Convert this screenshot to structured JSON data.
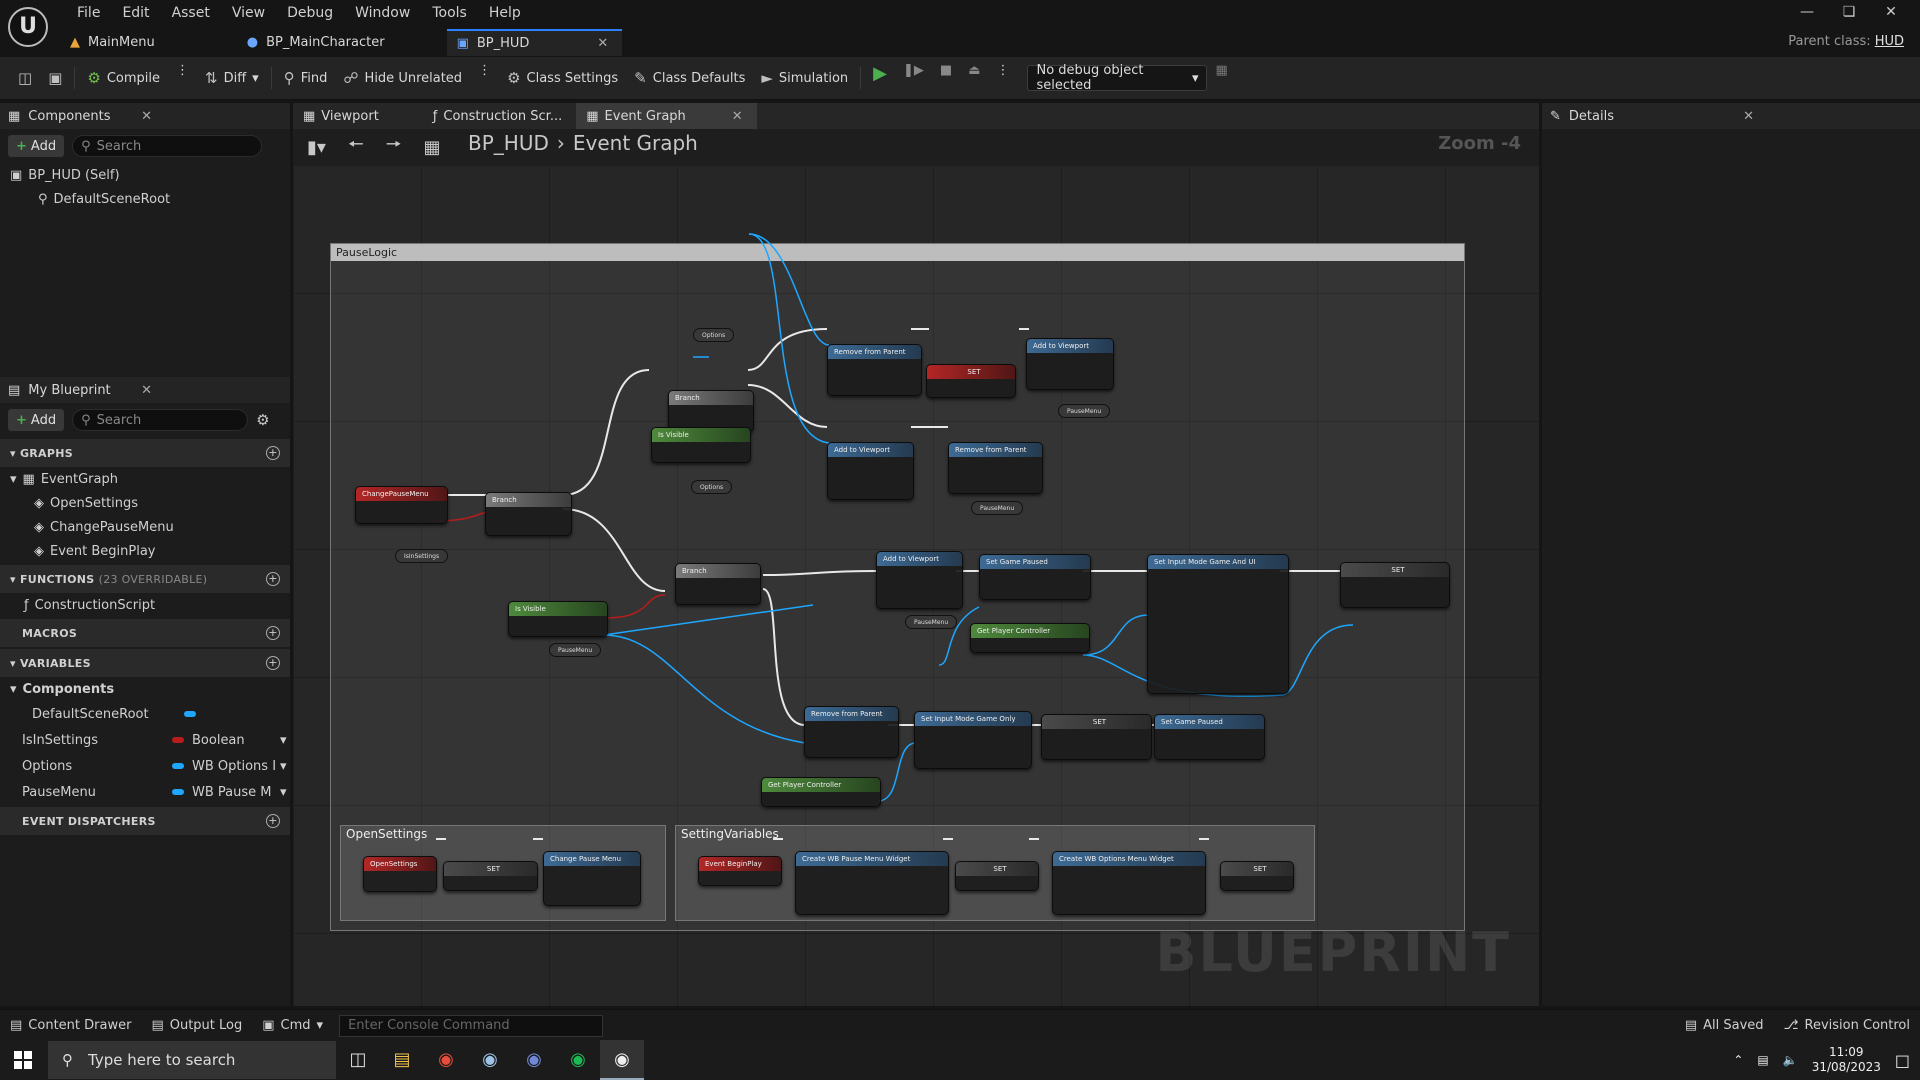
{
  "menu": [
    "File",
    "Edit",
    "Asset",
    "View",
    "Debug",
    "Window",
    "Tools",
    "Help"
  ],
  "tabs": [
    {
      "label": "MainMenu"
    },
    {
      "label": "BP_MainCharacter"
    },
    {
      "label": "BP_HUD"
    }
  ],
  "parent_class": {
    "label": "Parent class:",
    "value": "HUD"
  },
  "toolbar": {
    "compile": "Compile",
    "diff": "Diff",
    "find": "Find",
    "hide_unrelated": "Hide Unrelated",
    "class_settings": "Class Settings",
    "class_defaults": "Class Defaults",
    "simulation": "Simulation",
    "debug_object": "No debug object selected"
  },
  "components_panel": {
    "title": "Components",
    "add": "Add",
    "search_placeholder": "Search",
    "root": "BP_HUD (Self)",
    "child": "DefaultSceneRoot"
  },
  "my_blueprint": {
    "title": "My Blueprint",
    "add": "Add",
    "search_placeholder": "Search",
    "graphs_header": "GRAPHS",
    "graphs": [
      "EventGraph",
      "OpenSettings",
      "ChangePauseMenu",
      "Event BeginPlay"
    ],
    "functions_header": "FUNCTIONS",
    "functions_count": "(23 OVERRIDABLE)",
    "functions": [
      "ConstructionScript"
    ],
    "macros_header": "MACROS",
    "variables_header": "VARIABLES",
    "components_group": "Components",
    "variables": [
      {
        "name": "DefaultSceneRoot",
        "type": "",
        "color": "#1ea7ff"
      },
      {
        "name": "IsInSettings",
        "type": "Boolean",
        "color": "#b91c1c"
      },
      {
        "name": "Options",
        "type": "WB Options I",
        "color": "#1ea7ff"
      },
      {
        "name": "PauseMenu",
        "type": "WB Pause M",
        "color": "#1ea7ff"
      }
    ],
    "dispatchers_header": "EVENT DISPATCHERS"
  },
  "graph": {
    "tabs": [
      "Viewport",
      "Construction Scr...",
      "Event Graph"
    ],
    "breadcrumb": [
      "BP_HUD",
      "Event Graph"
    ],
    "zoom": "Zoom -4",
    "comments": [
      "PauseLogic",
      "OpenSettings",
      "SettingVariables"
    ],
    "watermark": "BLUEPRINT",
    "nodes": {
      "change_pause_menu": "ChangePauseMenu",
      "branch": "Branch",
      "is_visible": "Is Visible",
      "remove_from_parent": "Remove from Parent",
      "add_to_viewport": "Add to Viewport",
      "set": "SET",
      "set_game_paused": "Set Game Paused",
      "set_input_game_and_ui": "Set Input Mode Game And UI",
      "set_input_game_only": "Set Input Mode Game Only",
      "get_player_controller": "Get Player Controller",
      "open_settings": "OpenSettings",
      "change_pause_menu_call": "Change Pause Menu",
      "event_begin_play": "Event BeginPlay",
      "create_pause_widget": "Create WB Pause Menu Widget",
      "create_options_widget": "Create WB Options Menu Widget",
      "var_options": "Options",
      "var_pause_menu": "PauseMenu",
      "var_is_in_settings": "IsInSettings"
    }
  },
  "details_panel": {
    "title": "Details"
  },
  "statusbar": {
    "content_drawer": "Content Drawer",
    "output_log": "Output Log",
    "cmd": "Cmd",
    "console_placeholder": "Enter Console Command",
    "all_saved": "All Saved",
    "revision_control": "Revision Control"
  },
  "taskbar": {
    "search_placeholder": "Type here to search",
    "time": "11:09",
    "date": "31/08/2023"
  }
}
